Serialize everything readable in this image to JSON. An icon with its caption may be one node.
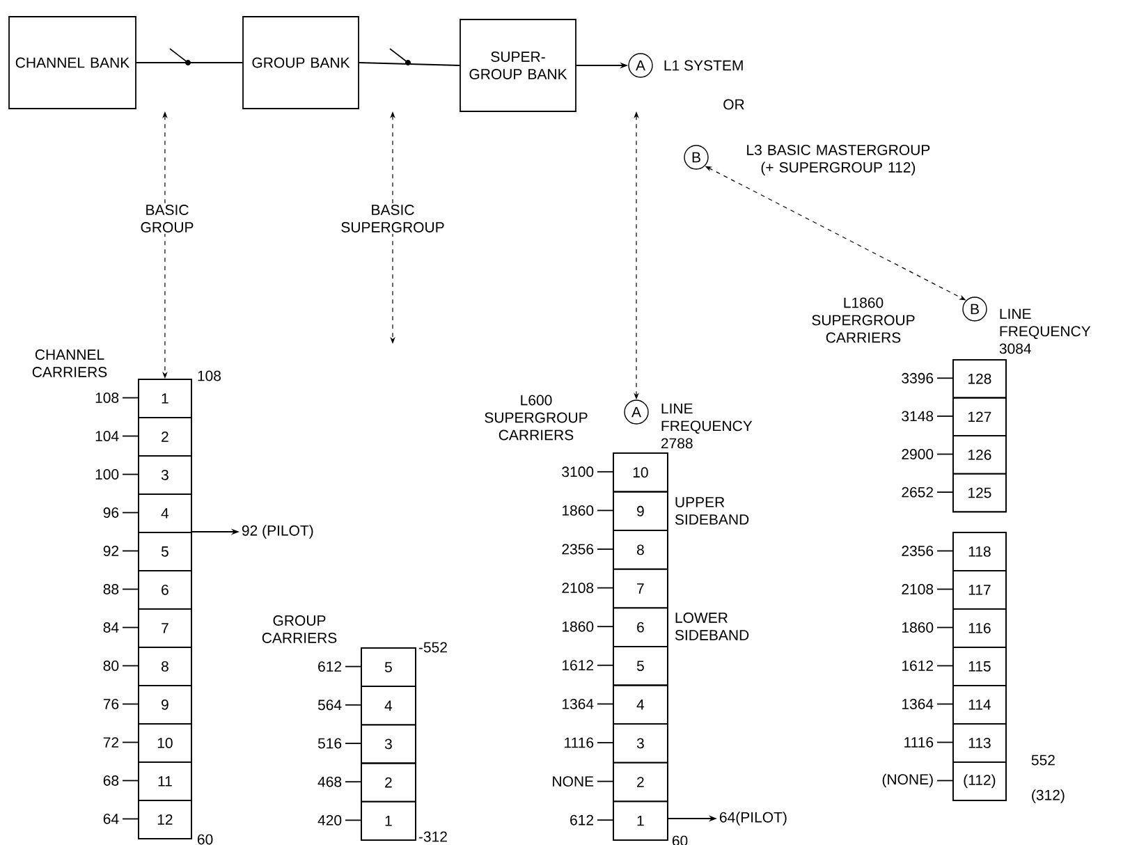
{
  "diagram": {
    "nodes": [
      {
        "text": [
          "CHANNEL BANK"
        ]
      },
      {
        "text": [
          "GROUP BANK"
        ]
      },
      {
        "text": [
          "SUPER- GROUP BANK"
        ]
      },
      {
        "text": [
          "A"
        ],
        "beside": [
          "L1 SYSTEM"
        ]
      },
      {
        "text": [
          "B"
        ],
        "beside": [
          "L3 BASIC MASTERGROUP (+ SUPERGROUP 112)"
        ]
      },
      {
        "text": [
          "CHANNEL CARRIERS"
        ],
        "beside": [
          "108",
          "60"
        ]
      },
      {
        "text": [
          "1"
        ],
        "in": 5,
        "beside": [
          "108"
        ]
      },
      {
        "text": [
          "2"
        ],
        "in": 5,
        "beside": [
          "104"
        ]
      },
      {
        "text": [
          "3"
        ],
        "in": 5,
        "beside": [
          "100"
        ]
      },
      {
        "text": [
          "4"
        ],
        "in": 5,
        "beside": [
          "96"
        ]
      },
      {
        "text": [
          "5"
        ],
        "in": 5,
        "beside": [
          "92"
        ]
      },
      {
        "text": [
          "6"
        ],
        "in": 5,
        "beside": [
          "88"
        ]
      },
      {
        "text": [
          "7"
        ],
        "in": 5,
        "beside": [
          "84"
        ]
      },
      {
        "text": [
          "8"
        ],
        "in": 5,
        "beside": [
          "80"
        ]
      },
      {
        "text": [
          "9"
        ],
        "in": 5,
        "beside": [
          "76"
        ]
      },
      {
        "text": [
          "10"
        ],
        "in": 5,
        "beside": [
          "72"
        ]
      },
      {
        "text": [
          "11"
        ],
        "in": 5,
        "beside": [
          "68"
        ]
      },
      {
        "text": [
          "12"
        ],
        "in": 5,
        "beside": [
          "64"
        ]
      },
      {
        "text": [
          "GROUP CARRIERS"
        ],
        "beside": [
          "-552",
          "-312"
        ]
      },
      {
        "text": [
          "5"
        ],
        "in": 18,
        "beside": [
          "612"
        ]
      },
      {
        "text": [
          "4"
        ],
        "in": 18,
        "beside": [
          "564"
        ]
      },
      {
        "text": [
          "3"
        ],
        "in": 18,
        "beside": [
          "516"
        ]
      },
      {
        "text": [
          "2"
        ],
        "in": 18,
        "beside": [
          "468"
        ]
      },
      {
        "text": [
          "1"
        ],
        "in": 18,
        "beside": [
          "420"
        ]
      },
      {
        "text": [
          "L600 SUPERGROUP CARRIERS"
        ],
        "beside": [
          "60"
        ]
      },
      {
        "text": [
          "10"
        ],
        "in": 24,
        "beside": [
          "3100"
        ]
      },
      {
        "text": [
          "9"
        ],
        "in": 24,
        "beside": [
          "1860"
        ]
      },
      {
        "text": [
          "8"
        ],
        "in": 24,
        "beside": [
          "2356"
        ]
      },
      {
        "text": [
          "7"
        ],
        "in": 24,
        "beside": [
          "2108"
        ]
      },
      {
        "text": [
          "6"
        ],
        "in": 24,
        "beside": [
          "1860"
        ]
      },
      {
        "text": [
          "5"
        ],
        "in": 24,
        "beside": [
          "1612"
        ]
      },
      {
        "text": [
          "4"
        ],
        "in": 24,
        "beside": [
          "1364"
        ]
      },
      {
        "text": [
          "3"
        ],
        "in": 24,
        "beside": [
          "1116"
        ]
      },
      {
        "text": [
          "2"
        ],
        "in": 24,
        "beside": [
          "NONE"
        ]
      },
      {
        "text": [
          "1"
        ],
        "in": 24,
        "beside": [
          "612"
        ]
      },
      {
        "text": [
          "A"
        ]
      },
      {
        "text": [
          "L1860 SUPERGROUP CARRIERS"
        ]
      },
      {
        "text": [
          "128"
        ],
        "in": 36,
        "beside": [
          "3396"
        ]
      },
      {
        "text": [
          "127"
        ],
        "in": 36,
        "beside": [
          "3148"
        ]
      },
      {
        "text": [
          "126"
        ],
        "in": 36,
        "beside": [
          "2900"
        ]
      },
      {
        "text": [
          "125"
        ],
        "in": 36,
        "beside": [
          "2652"
        ]
      },
      {
        "text": [],
        "shape": "box",
        "beside": [
          "552",
          "(312)"
        ]
      },
      {
        "text": [
          "118"
        ],
        "in": 41,
        "beside": [
          "2356"
        ]
      },
      {
        "text": [
          "117"
        ],
        "in": 41,
        "beside": [
          "2108"
        ]
      },
      {
        "text": [
          "116"
        ],
        "in": 41,
        "beside": [
          "1860"
        ]
      },
      {
        "text": [
          "115"
        ],
        "in": 41,
        "beside": [
          "1612"
        ]
      },
      {
        "text": [
          "114"
        ],
        "in": 41,
        "beside": [
          "1364"
        ]
      },
      {
        "text": [
          "113"
        ],
        "in": 41,
        "beside": [
          "1116"
        ]
      },
      {
        "text": [
          "(112)"
        ],
        "in": 41,
        "beside": [
          "(NONE)"
        ]
      },
      {
        "text": [
          "B"
        ]
      },
      {
        "text": [
          "92 (PILOT)"
        ]
      },
      {
        "text": [
          "64(PILOT)"
        ]
      }
    ],
    "edges": [
      {
        "from": 0,
        "to": 1,
        "arrow": "none"
      },
      {
        "from": 1,
        "to": 2,
        "arrow": "none"
      },
      {
        "from": 2,
        "to": 3,
        "arrow": "to"
      },
      {
        "from": null,
        "to": 5,
        "arrow": "both",
        "style": "dashed"
      },
      {
        "from": null,
        "to": 35,
        "arrow": "both",
        "style": "dashed"
      },
      {
        "from": 4,
        "to": 49,
        "arrow": "both",
        "style": "dashed"
      },
      {
        "from": 5,
        "to": 50,
        "arrow": "to"
      },
      {
        "from": 24,
        "to": 51,
        "arrow": "to"
      }
    ],
    "labels": [
      "OR",
      "BASIC GROUP",
      "BASIC SUPERGROUP",
      "LINE FREQUENCY 3084",
      "LINE FREQUENCY 2788",
      "UPPER SIDEBAND",
      "LOWER SIDEBAND"
    ]
  }
}
